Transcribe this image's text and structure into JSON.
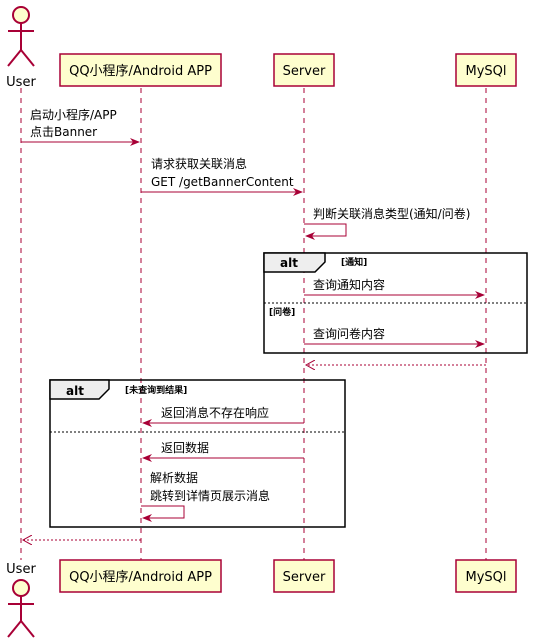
{
  "participants": {
    "user": "User",
    "app": "QQ小程序/Android APP",
    "server": "Server",
    "mysql": "MySQl"
  },
  "messages": {
    "m1_line1": "启动小程序/APP",
    "m1_line2": "点击Banner",
    "m2_line1": "请求获取关联消息",
    "m2_line2": "GET /getBannerContent",
    "m3": "判断关联消息类型(通知/问卷)",
    "m4": "查询通知内容",
    "m5": "查询问卷内容",
    "m6": "返回消息不存在响应",
    "m7": "返回数据",
    "m8_line1": "解析数据",
    "m8_line2": "跳转到详情页展示消息"
  },
  "frames": {
    "alt1": {
      "keyword": "alt",
      "cond1": "[通知]",
      "cond2": "[问卷]"
    },
    "alt2": {
      "keyword": "alt",
      "cond1": "[未查询到结果]"
    }
  },
  "colors": {
    "arrow": "#A80036",
    "participant_fill": "#FEFECE",
    "participant_border": "#A80036",
    "lifeline": "#A80036"
  }
}
